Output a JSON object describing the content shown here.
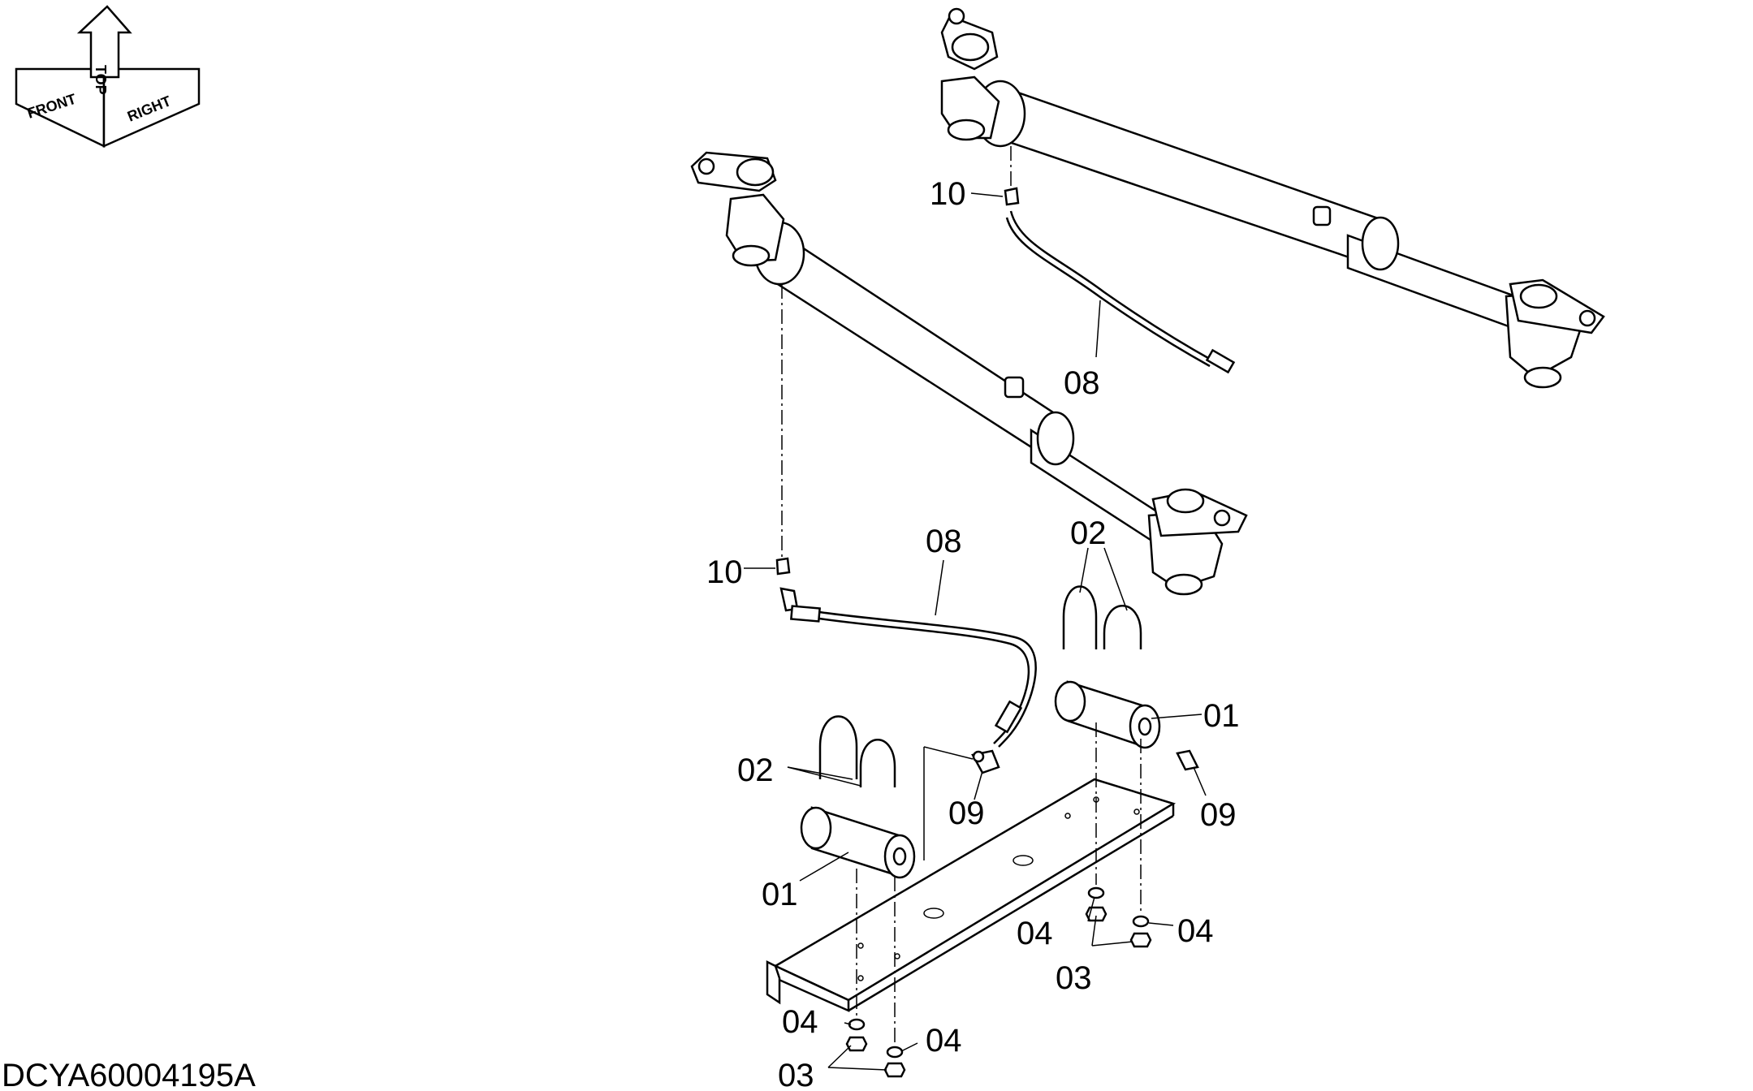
{
  "drawing_code": "DCYA60004195A",
  "orientation": {
    "top": "TOP",
    "front": "FRONT",
    "right": "RIGHT"
  },
  "callouts": [
    {
      "id": "upper-hose",
      "text": "08"
    },
    {
      "id": "upper-fitting",
      "text": "10"
    },
    {
      "id": "lower-fitting",
      "text": "10"
    },
    {
      "id": "lower-hose",
      "text": "08"
    },
    {
      "id": "right-ubolts",
      "text": "02"
    },
    {
      "id": "right-spacer",
      "text": "01"
    },
    {
      "id": "left-ubolts",
      "text": "02"
    },
    {
      "id": "left-elbow",
      "text": "09"
    },
    {
      "id": "right-elbow",
      "text": "09"
    },
    {
      "id": "left-spacer",
      "text": "01"
    },
    {
      "id": "right-washer-a",
      "text": "04"
    },
    {
      "id": "right-washer-b",
      "text": "04"
    },
    {
      "id": "right-nuts",
      "text": "03"
    },
    {
      "id": "left-washer-a",
      "text": "04"
    },
    {
      "id": "left-washer-b",
      "text": "04"
    },
    {
      "id": "left-nuts",
      "text": "03"
    }
  ]
}
